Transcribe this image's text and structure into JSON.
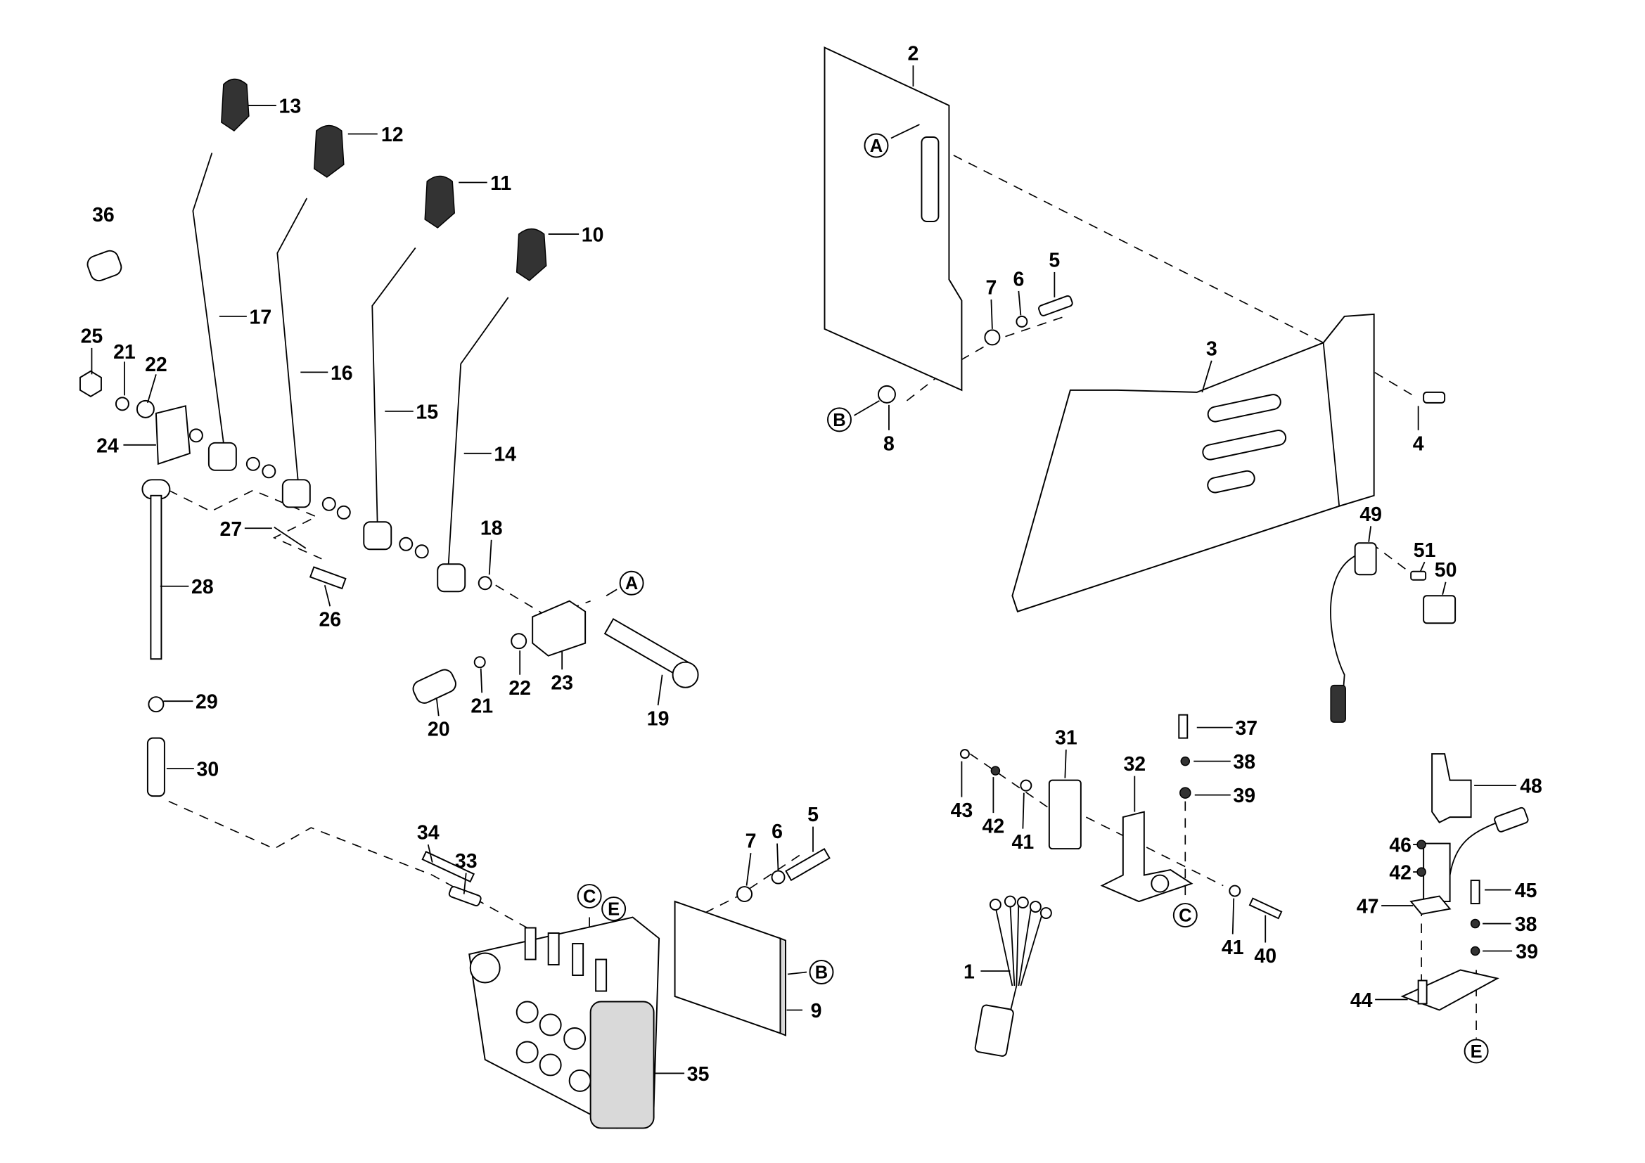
{
  "callouts": [
    "13",
    "12",
    "11",
    "10",
    "36",
    "17",
    "16",
    "15",
    "14",
    "25",
    "21",
    "22",
    "24",
    "18",
    "27",
    "28",
    "26",
    "23",
    "22",
    "21",
    "20",
    "19",
    "29",
    "30",
    "34",
    "33",
    "7",
    "6",
    "5",
    "9",
    "35",
    "2",
    "7",
    "6",
    "5",
    "3",
    "4",
    "8",
    "49",
    "51",
    "50",
    "37",
    "38",
    "39",
    "31",
    "32",
    "43",
    "42",
    "41",
    "41",
    "40",
    "1",
    "48",
    "46",
    "42",
    "47",
    "45",
    "38",
    "39",
    "44"
  ],
  "references": [
    "A",
    "A",
    "B",
    "B",
    "C",
    "E",
    "C",
    "E"
  ]
}
